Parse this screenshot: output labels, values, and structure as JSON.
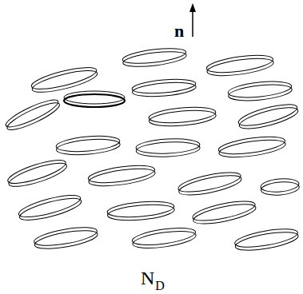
{
  "diagram": {
    "labels": [
      "n",
      "N",
      "D"
    ]
  }
}
